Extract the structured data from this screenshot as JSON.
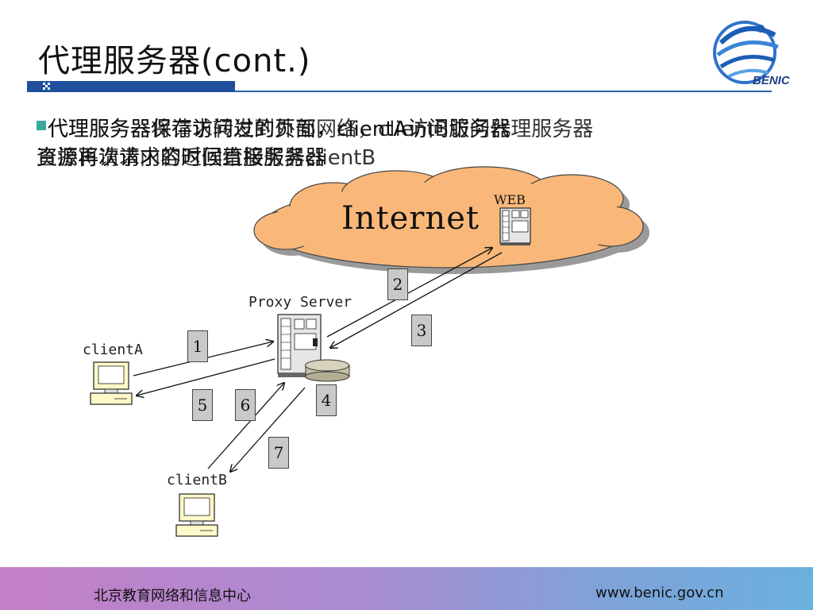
{
  "slide": {
    "title": "代理服务器(cont.)",
    "bullet_line1_a": "代理服务器保存访问过的页面，clientA访问服务器",
    "bullet_line1_b": "代理服务器将请求转发到外部网络，clientB访问代理服务器",
    "bullet_line2_a": "资源再次请求的时候直接服务器",
    "bullet_line2_b": "直接将请求内容返回给服务器clientB"
  },
  "diagram": {
    "internet_label": "Internet",
    "web_label": "WEB",
    "proxy_label": "Proxy Server",
    "client_a_label": "clientA",
    "client_b_label": "clientB",
    "steps": [
      "1",
      "2",
      "3",
      "4",
      "5",
      "6",
      "7"
    ]
  },
  "logo": {
    "text": "BENIC"
  },
  "footer": {
    "org": "北京教育网络和信息中心",
    "url": "www.benic.gov.cn"
  },
  "colors": {
    "accent": "#1f4f9c",
    "cloud": "#f9b87a",
    "bullet": "#3aa89b",
    "footer_start": "#c47fc6",
    "footer_end": "#6ab0df"
  }
}
